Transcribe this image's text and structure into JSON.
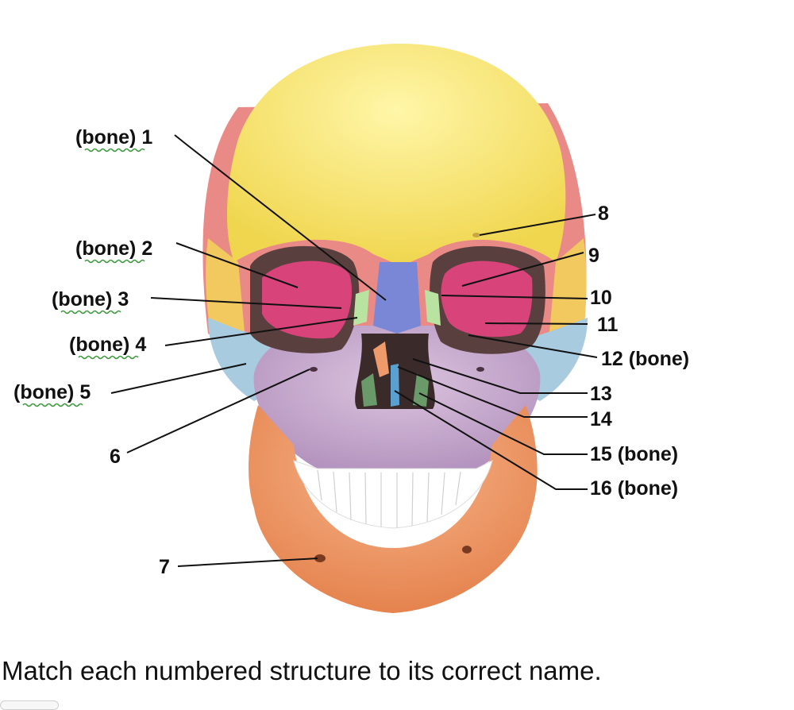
{
  "diagram": {
    "labels": [
      {
        "id": "1",
        "text": "(bone) 1"
      },
      {
        "id": "2",
        "text": "(bone) 2"
      },
      {
        "id": "3",
        "text": "(bone) 3"
      },
      {
        "id": "4",
        "text": "(bone) 4"
      },
      {
        "id": "5",
        "text": "(bone) 5"
      },
      {
        "id": "6",
        "text": "6"
      },
      {
        "id": "7",
        "text": "7"
      },
      {
        "id": "8",
        "text": "8"
      },
      {
        "id": "9",
        "text": "9"
      },
      {
        "id": "10",
        "text": "10"
      },
      {
        "id": "11",
        "text": "11"
      },
      {
        "id": "12",
        "text": "12 (bone)"
      },
      {
        "id": "13",
        "text": "13"
      },
      {
        "id": "14",
        "text": "14"
      },
      {
        "id": "15",
        "text": "15 (bone)"
      },
      {
        "id": "16",
        "text": "16 (bone)"
      }
    ],
    "colors": {
      "frontal": "#f7e27a",
      "parietal": "#ea8a86",
      "temporal": "#f1c95e",
      "sphenoid_orbit": "#d8437a",
      "zygomatic": "#a9cbe0",
      "maxilla": "#c9a9cf",
      "nasal": "#7a86d6",
      "mandible": "#ef9a6a",
      "teeth": "#ffffff",
      "lacrimal": "#b9e3a0",
      "vomer": "#5aa0d0",
      "concha": "#6a9a6a"
    }
  },
  "instruction": "Match each numbered structure to its correct name."
}
